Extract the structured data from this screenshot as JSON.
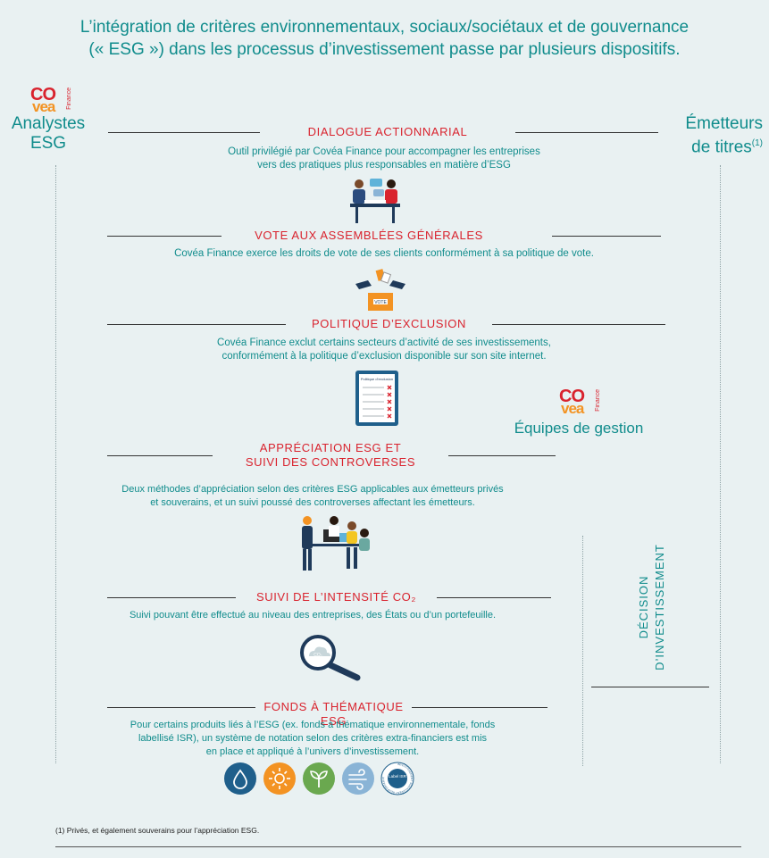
{
  "title": {
    "line1": "L’intégration de critères environnementaux, sociaux/sociétaux et de gouvernance",
    "line2": "(« ESG  ») dans les processus d’investissement passe par plusieurs dispositifs."
  },
  "logo": {
    "co": "CO",
    "vea": "vea",
    "finance": "Finance"
  },
  "left_actor": {
    "line1": "Analystes",
    "line2": "ESG"
  },
  "right_actor": {
    "line1": "Émetteurs",
    "line2": "de titres",
    "note": "(1)"
  },
  "middle_actor": {
    "label": "Équipes de gestion"
  },
  "decision": {
    "line1": "DÉCISION",
    "line2": "D’INVESTISSEMENT"
  },
  "sections": [
    {
      "title": "DIALOGUE ACTIONNARIAL",
      "desc1": "Outil privilégié par Covéa Finance pour accompagner les entreprises",
      "desc2": "vers des pratiques plus responsables en matière d’ESG",
      "icon": "meeting-icon"
    },
    {
      "title": "VOTE AUX ASSEMBLÉES GÉNÉRALES",
      "desc1": "Covéa Finance exerce les droits de vote de ses clients conformément à sa politique de vote.",
      "desc2": "",
      "icon": "ballot-box-icon",
      "vote_label": "VOTE"
    },
    {
      "title": "POLITIQUE D’EXCLUSION",
      "desc1": "Covéa Finance exclut certains secteurs d’activité de ses investissements,",
      "desc2": "conformément à la politique d’exclusion disponible sur son site internet.",
      "icon": "exclusion-list-icon",
      "doc_label": "Politique d’exclusion"
    },
    {
      "title1": "APPRÉCIATION ESG ET",
      "title2": "SUIVI DES CONTROVERSES",
      "desc1": "Deux méthodes d’appréciation selon des critères ESG applicables aux émetteurs privés",
      "desc2": "et souverains, et un suivi poussé des controverses affectant les émetteurs.",
      "icon": "team-analysis-icon"
    },
    {
      "title": "SUIVI DE L’INTENSITÉ CO₂",
      "desc1": "Suivi pouvant être effectué au niveau des entreprises, des États ou d’un portefeuille.",
      "desc2": "",
      "icon": "magnifier-co2-icon",
      "cloud_label": "CO₂"
    },
    {
      "title": "FONDS À THÉMATIQUE ESG",
      "desc1": "Pour certains produits liés à l’ESG (ex. fonds à thématique  environnementale, fonds",
      "desc2": "labellisé ISR), un système de notation selon des critères extra-financiers est mis",
      "desc3": "en place et appliqué à l’univers d’investissement."
    }
  ],
  "theme_icons": [
    {
      "name": "water-drop-icon",
      "color": "#1f5f8b"
    },
    {
      "name": "sun-icon",
      "color": "#f39323"
    },
    {
      "name": "plant-icon",
      "color": "#6aa84f"
    },
    {
      "name": "wind-icon",
      "color": "#8ab4d6"
    }
  ],
  "isr_label": {
    "inner": "Label ISR",
    "ring": "INVESTISSEMENT SOCIALEMENT RESPONSABLE"
  },
  "footnote": "(1) Privés, et également souverains pour l’appréciation ESG.",
  "colors": {
    "teal": "#108c8c",
    "red": "#d9232e",
    "orange": "#f39323",
    "background": "#e9f1f2"
  }
}
